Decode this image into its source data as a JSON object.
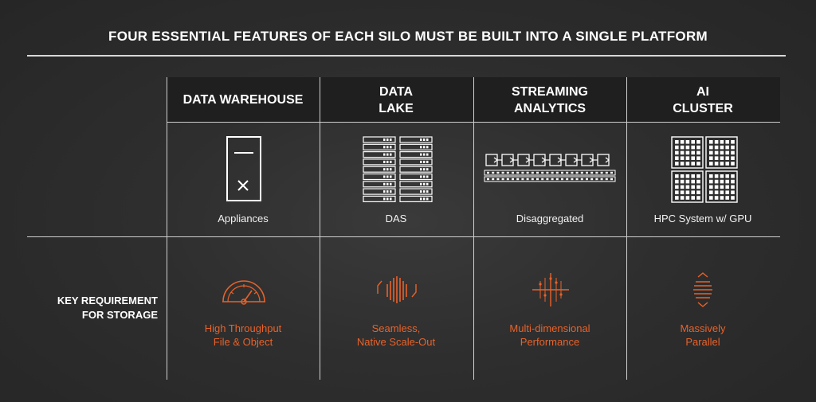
{
  "title": "FOUR ESSENTIAL FEATURES OF EACH SILO MUST BE BUILT INTO A SINGLE PLATFORM",
  "row_label": "KEY REQUIREMENT\nFOR STORAGE",
  "accent_color": "#e8622a",
  "columns": [
    {
      "heading": "DATA WAREHOUSE",
      "icon": "appliance-server-icon",
      "system": "Appliances",
      "requirement": "High Throughput\nFile & Object",
      "requirement_icon": "speedometer-icon"
    },
    {
      "heading": "DATA\nLAKE",
      "icon": "das-rack-icon",
      "system": "DAS",
      "requirement": "Seamless,\nNative Scale-Out",
      "requirement_icon": "scale-out-bars-icon"
    },
    {
      "heading": "STREAMING\nANALYTICS",
      "icon": "disaggregated-icon",
      "system": "Disaggregated",
      "requirement": "Multi-dimensional\nPerformance",
      "requirement_icon": "multidimensional-axes-icon"
    },
    {
      "heading": "AI\nCLUSTER",
      "icon": "hpc-gpu-grid-icon",
      "system": "HPC System w/ GPU",
      "requirement": "Massively\nParallel",
      "requirement_icon": "parallel-stack-icon"
    }
  ]
}
